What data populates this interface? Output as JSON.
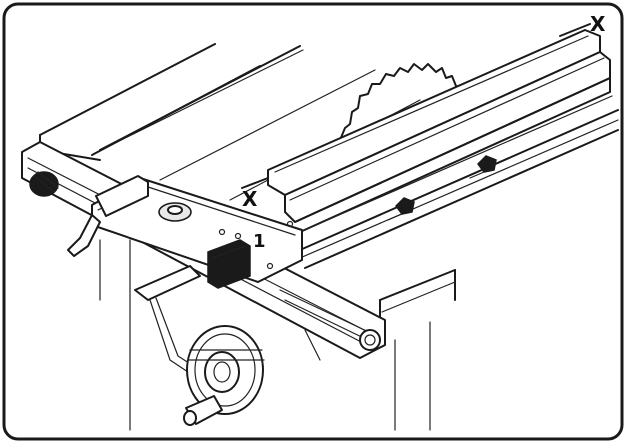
{
  "labels": {
    "part_number": "1",
    "marker_left": "X",
    "marker_right": "X"
  },
  "colors": {
    "ink": "#1a1a1a",
    "paper": "#ffffff"
  }
}
